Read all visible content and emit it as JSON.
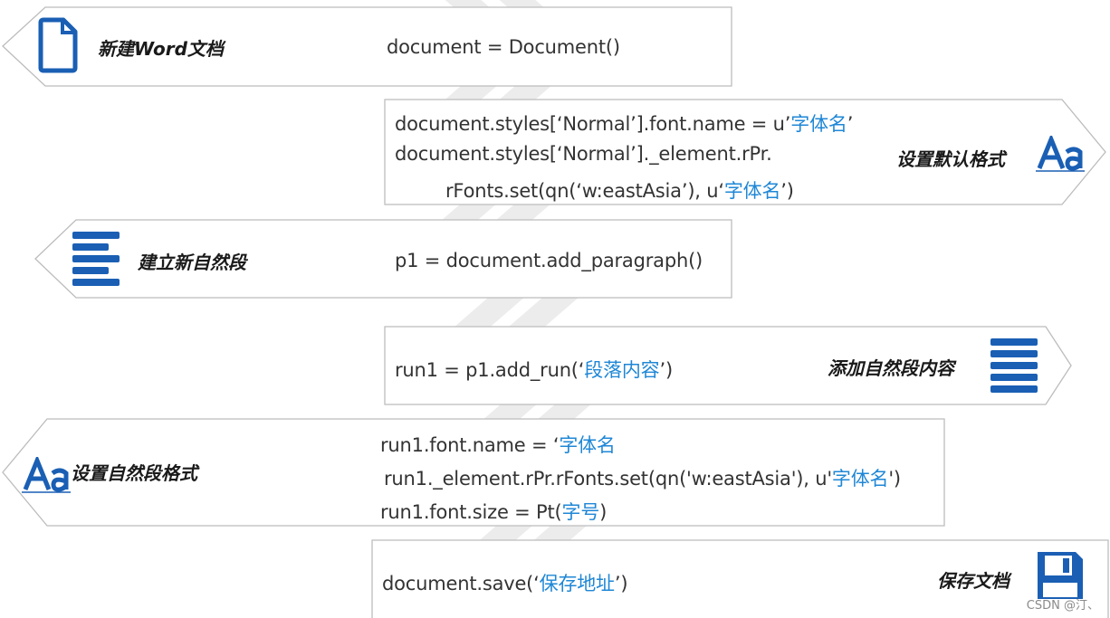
{
  "steps": [
    {
      "label": "新建Word文档",
      "icon": "document-icon",
      "code": [
        {
          "pre": "document = Document()",
          "hl": "",
          "post": ""
        }
      ]
    },
    {
      "label": "设置默认格式",
      "icon": "font-aa-icon",
      "code": [
        {
          "pre": "document.styles[‘Normal’].font.name = u’",
          "hl": "字体名",
          "post": "’"
        },
        {
          "pre": "document.styles[‘Normal’]._element.rPr.",
          "hl": "",
          "post": ""
        },
        {
          "pre": "rFonts.set(qn(‘w:eastAsia’), u‘",
          "hl": "字体名",
          "post": "’)"
        }
      ]
    },
    {
      "label": "建立新自然段",
      "icon": "paragraph-lines-icon",
      "code": [
        {
          "pre": "p1 = document.add_paragraph()",
          "hl": "",
          "post": ""
        }
      ]
    },
    {
      "label": "添加自然段内容",
      "icon": "justified-lines-icon",
      "code": [
        {
          "pre": "run1 = p1.add_run(‘",
          "hl": "段落内容",
          "post": "’)"
        }
      ]
    },
    {
      "label": "设置自然段格式",
      "icon": "font-aa-icon",
      "code": [
        {
          "pre": "run1.font.name = ‘",
          "hl": "字体名",
          "post": ""
        },
        {
          "pre": "run1._element.rPr.rFonts.set(qn('w:eastAsia'), u'",
          "hl": "字体名",
          "post": "')"
        },
        {
          "pre": "run1.font.size = Pt(",
          "hl": "字号",
          "post": ")"
        }
      ]
    },
    {
      "label": "保存文档",
      "icon": "save-floppy-icon",
      "code": [
        {
          "pre": "document.save(‘",
          "hl": "保存地址",
          "post": "’)"
        }
      ]
    }
  ],
  "watermark": "CSDN @汀、",
  "colors": {
    "accent": "#1a5fb4",
    "highlight": "#1f87d6",
    "code": "#333333",
    "border": "#bcbcbc"
  }
}
